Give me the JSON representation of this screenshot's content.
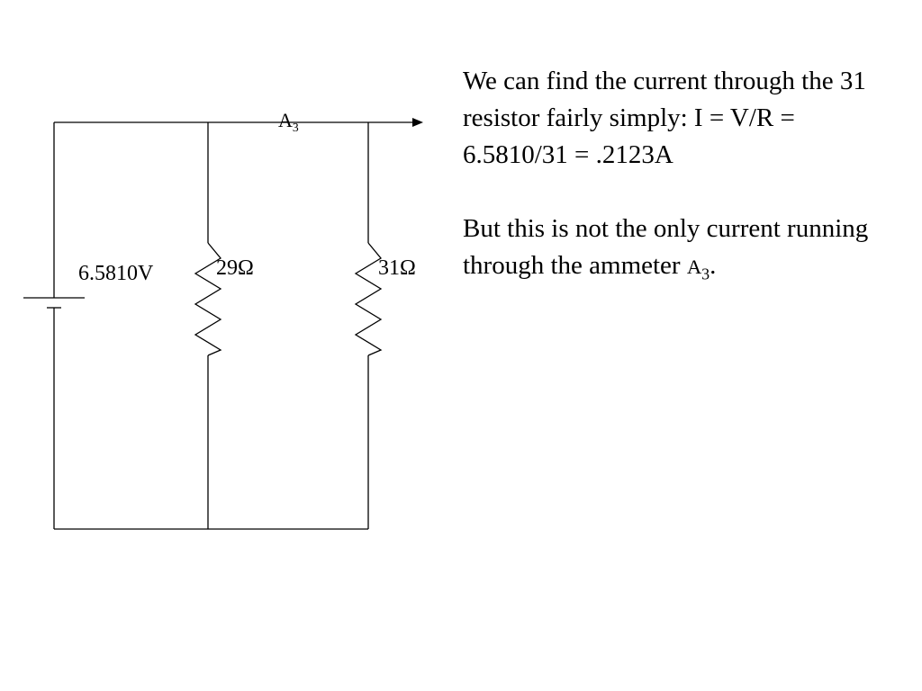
{
  "diagram": {
    "ammeter": {
      "symbol": "A",
      "subscript": "3"
    },
    "battery": {
      "label": "6.5810V"
    },
    "resistors": [
      {
        "label": "29Ω"
      },
      {
        "label": "31Ω"
      }
    ]
  },
  "explanation": {
    "paragraph1": "We can find the current through the 31 resistor fairly simply: I = V/R = 6.5810/31 = .2123A",
    "paragraph2_text": "But this is not the only current running through the ammeter ",
    "paragraph2_symbol": "A",
    "paragraph2_subscript": "3",
    "paragraph2_end": "."
  }
}
